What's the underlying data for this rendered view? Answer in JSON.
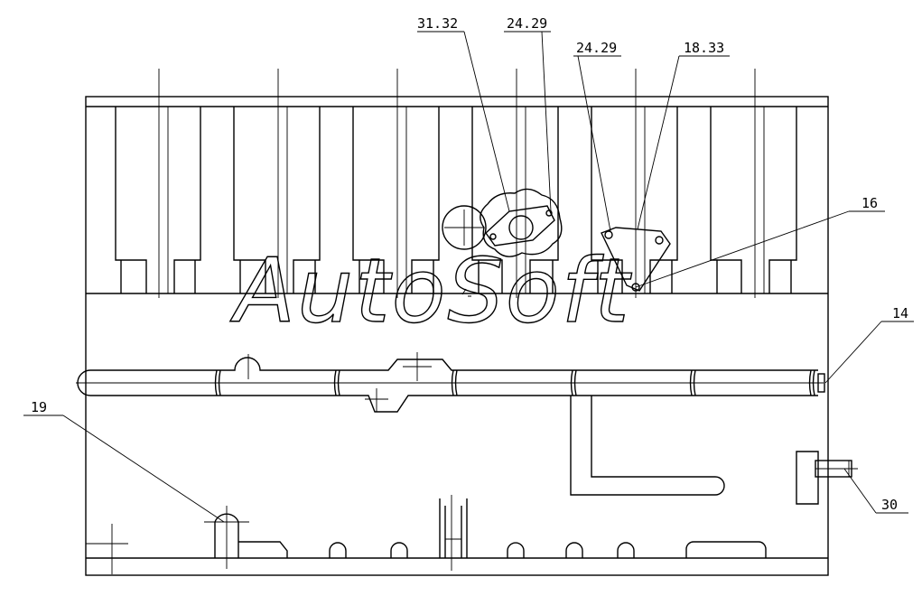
{
  "watermark": "AutoSoft",
  "callouts": [
    "31.32",
    "24.29",
    "24.29",
    "18.33",
    "16",
    "14",
    "19",
    "30"
  ]
}
